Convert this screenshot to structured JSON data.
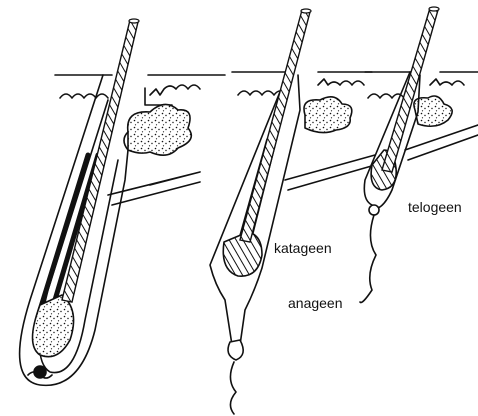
{
  "labels": {
    "anagen": "anageen",
    "catagen": "katageen",
    "telogen": "telogeen"
  },
  "colors": {
    "ink": "#111111",
    "background": "#ffffff"
  }
}
